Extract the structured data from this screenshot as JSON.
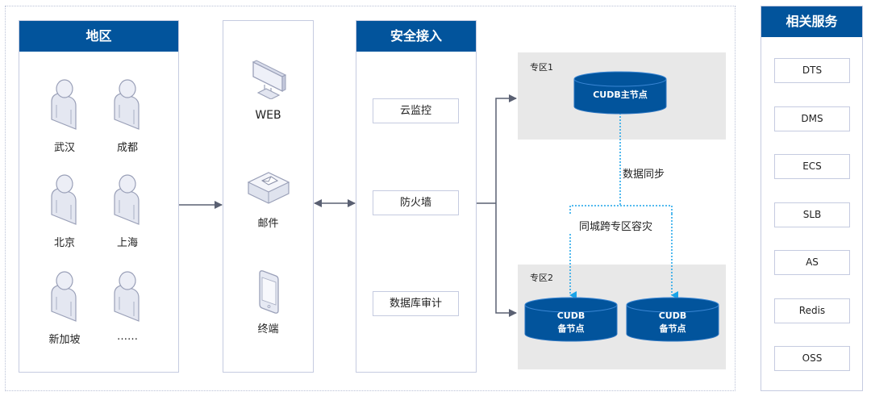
{
  "regions": {
    "title": "地区",
    "cities": [
      "武汉",
      "成都",
      "北京",
      "上海",
      "新加坡",
      "……"
    ]
  },
  "channels": {
    "items": [
      {
        "icon": "monitor-icon",
        "label": "WEB"
      },
      {
        "icon": "mail-server-icon",
        "label": "邮件"
      },
      {
        "icon": "mobile-phone-icon",
        "label": "终端"
      }
    ]
  },
  "security": {
    "title": "安全接入",
    "items": [
      "云监控",
      "防火墙",
      "数据库审计"
    ]
  },
  "zones": {
    "zone1": {
      "label": "专区1",
      "node": "CUDB主节点"
    },
    "sync_label": "数据同步",
    "dr_label": "同城跨专区容灾",
    "zone2": {
      "label": "专区2",
      "nodes": [
        {
          "line1": "CUDB",
          "line2": "备节点"
        },
        {
          "line1": "CUDB",
          "line2": "备节点"
        }
      ]
    }
  },
  "services": {
    "title": "相关服务",
    "items": [
      "DTS",
      "DMS",
      "ECS",
      "SLB",
      "AS",
      "Redis",
      "OSS"
    ]
  },
  "colors": {
    "primary": "#02549c",
    "sync_line": "#1aa3e8",
    "connector": "#5a6072",
    "zone_bg": "#e8e8e8"
  }
}
